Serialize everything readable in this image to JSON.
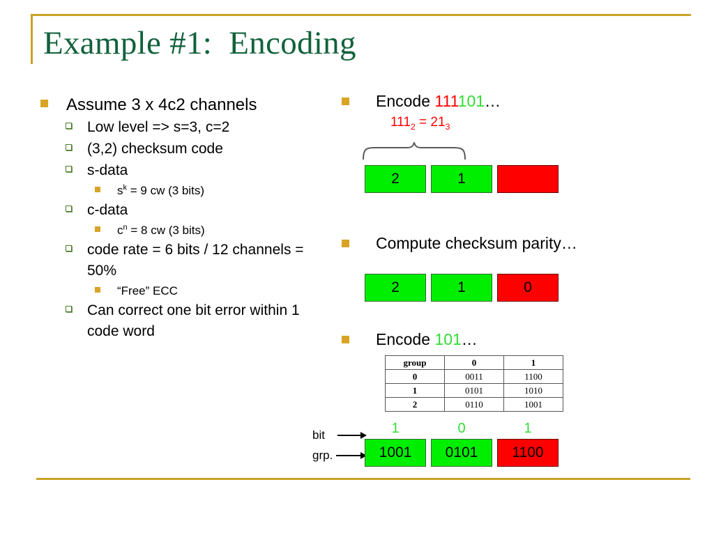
{
  "slide": {
    "title": "Example #1:  Encoding",
    "accent_color": "#C9A227",
    "title_color": "#11623B",
    "green": "#00EE00",
    "red": "#FF0000",
    "bullet_amber": "#D9A425",
    "bullet_green": "#4F7A32"
  },
  "left": {
    "items": [
      {
        "level": 1,
        "text": "Assume 3 x 4c2 channels"
      },
      {
        "level": 2,
        "text": "Low level => s=3, c=2"
      },
      {
        "level": 2,
        "text": "(3,2) checksum code"
      },
      {
        "level": 2,
        "text": "s-data"
      },
      {
        "level": 3,
        "text": "s",
        "sup": "k",
        "rest": " = 9 cw (3 bits)"
      },
      {
        "level": 2,
        "text": "c-data"
      },
      {
        "level": 3,
        "text": "c",
        "sup": "n",
        "rest": " = 8 cw (3 bits)"
      },
      {
        "level": 2,
        "text": "code rate = 6 bits / 12 channels = 50%"
      },
      {
        "level": 3,
        "text": "“Free” ECC"
      },
      {
        "level": 2,
        "text": "Can correct one bit error within 1 code word"
      }
    ]
  },
  "right": {
    "step1": {
      "label_prefix": "Encode ",
      "label_red": "111",
      "label_green": "101",
      "label_suffix": "…",
      "formula": {
        "base_a": "111",
        "sub_a": "2",
        "eq": " = ",
        "base_b": "21",
        "sub_b": "3"
      },
      "brace_name": "curly-brace-over-first-two-cells",
      "cells": [
        {
          "value": "2",
          "color": "green"
        },
        {
          "value": "1",
          "color": "green"
        },
        {
          "value": "",
          "color": "red"
        }
      ]
    },
    "step2": {
      "label": "Compute checksum parity…",
      "cells": [
        {
          "value": "2",
          "color": "green"
        },
        {
          "value": "1",
          "color": "green"
        },
        {
          "value": "0",
          "color": "red"
        }
      ]
    },
    "step3": {
      "label_prefix": "Encode ",
      "label_green": "101",
      "label_suffix": "…",
      "table": {
        "headers": [
          "group",
          "0",
          "1"
        ],
        "rows": [
          [
            "0",
            "0011",
            "1100"
          ],
          [
            "1",
            "0101",
            "1010"
          ],
          [
            "2",
            "0110",
            "1001"
          ]
        ]
      },
      "axis_labels": {
        "bit": "bit",
        "grp": "grp."
      },
      "bit_values": [
        "1",
        "0",
        "1"
      ],
      "cells": [
        {
          "value": "1001",
          "color": "green"
        },
        {
          "value": "0101",
          "color": "green"
        },
        {
          "value": "1100",
          "color": "red"
        }
      ]
    }
  }
}
